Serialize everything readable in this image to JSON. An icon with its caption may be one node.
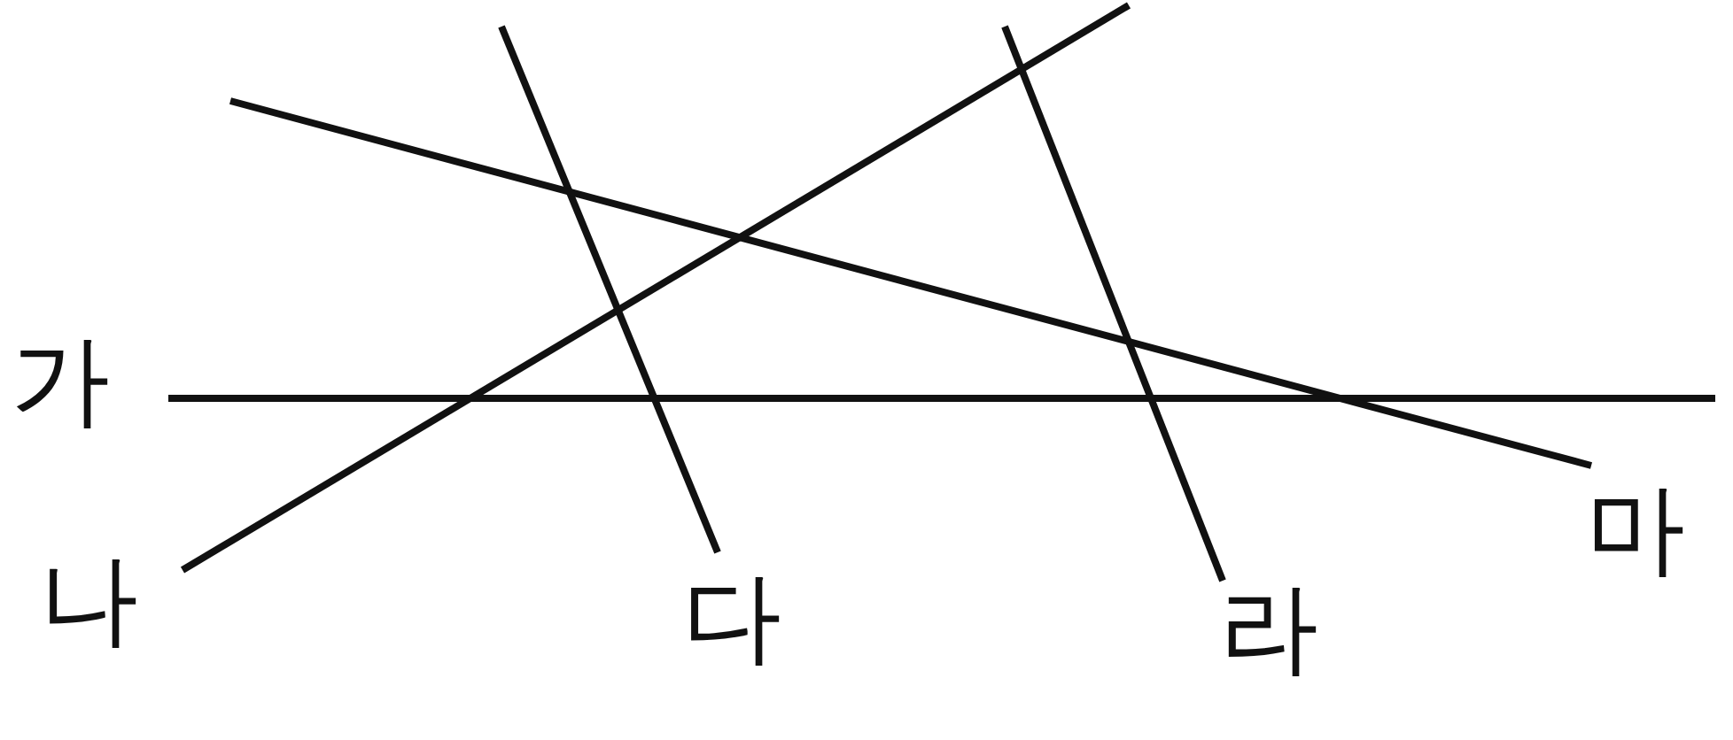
{
  "diagram": {
    "labels": [
      "가",
      "나",
      "다",
      "라",
      "마"
    ]
  }
}
